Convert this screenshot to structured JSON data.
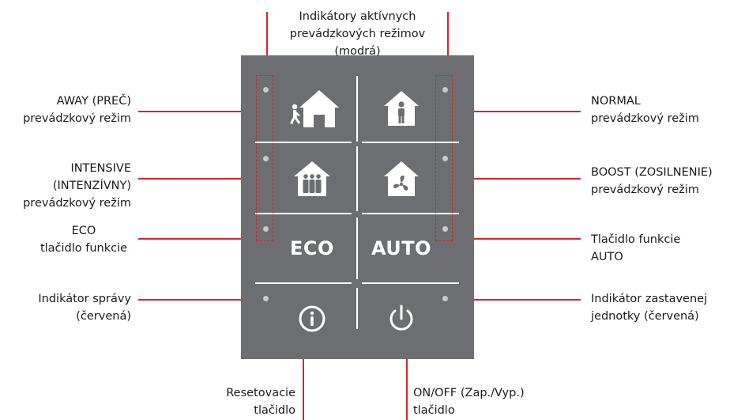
{
  "labels": {
    "indicators": [
      "Indikátory aktívnych",
      "prevádzkových režimov",
      "(modrá)"
    ],
    "away": [
      "AWAY (PREČ)",
      "prevádzkový režim"
    ],
    "normal": [
      "NORMAL",
      "prevádzkový režim"
    ],
    "intensive": [
      "INTENSIVE",
      "(INTENZÍVNY)",
      "prevádzkový režim"
    ],
    "boost": [
      "BOOST (ZOSILNENIE)",
      "prevádzkový režim"
    ],
    "eco_function": [
      "ECO",
      "tlačidlo funkcie"
    ],
    "auto_function": [
      "Tlačidlo funkcie",
      "AUTO"
    ],
    "message_indicator": [
      "Indikátor správy",
      "(červená)"
    ],
    "stopped_indicator": [
      "Indikátor zastavenej",
      "jednotky (červená)"
    ],
    "reset_button": [
      "Resetovacie",
      "tlačidlo"
    ],
    "onoff_button": [
      "ON/OFF (Zap./Vyp.)",
      "tlačidlo"
    ]
  },
  "panel": {
    "eco_label": "ECO",
    "auto_label": "AUTO"
  },
  "colors": {
    "panel": "#6d6e71",
    "callout_line": "#d9232d",
    "led": "#c9cacc",
    "icon": "#ffffff"
  },
  "icons": {
    "away": "walking-person-house-icon",
    "normal": "person-house-icon",
    "intensive": "group-house-icon",
    "boost": "fan-house-icon",
    "reset": "info-icon",
    "onoff": "power-icon"
  }
}
